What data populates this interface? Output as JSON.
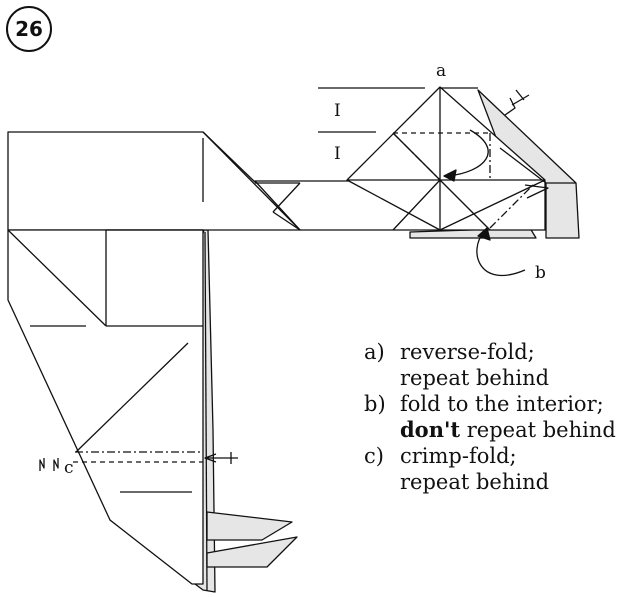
{
  "step_number": "26",
  "labels": {
    "a": "a",
    "b": "b",
    "c": "c",
    "layer_top": "I",
    "layer_bottom": "I"
  },
  "instructions": [
    {
      "key": "a)",
      "line1": "reverse-fold;",
      "line2_bold": "",
      "line2_rest": "repeat behind"
    },
    {
      "key": "b)",
      "line1": "fold to the interior;",
      "line2_bold": "don't",
      "line2_rest": " repeat behind"
    },
    {
      "key": "c)",
      "line1": "crimp-fold;",
      "line2_bold": "",
      "line2_rest": "repeat behind"
    }
  ],
  "colors": {
    "ink": "#111111",
    "paper_back": "#e6e6e6"
  }
}
